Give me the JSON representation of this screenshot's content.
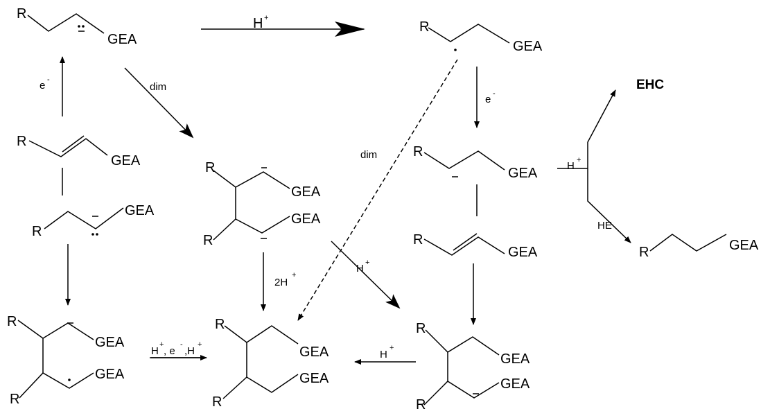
{
  "labels": {
    "R": "R",
    "GEA": "GEA",
    "H": "H",
    "plus": "+",
    "minus": "-",
    "e": "e",
    "dim": "dim",
    "two_h": "2H",
    "ehc": "EHC",
    "he": "HE",
    "h_e_h_a": "H",
    "h_e_h_b": ", e",
    "h_e_h_c": ",H"
  }
}
